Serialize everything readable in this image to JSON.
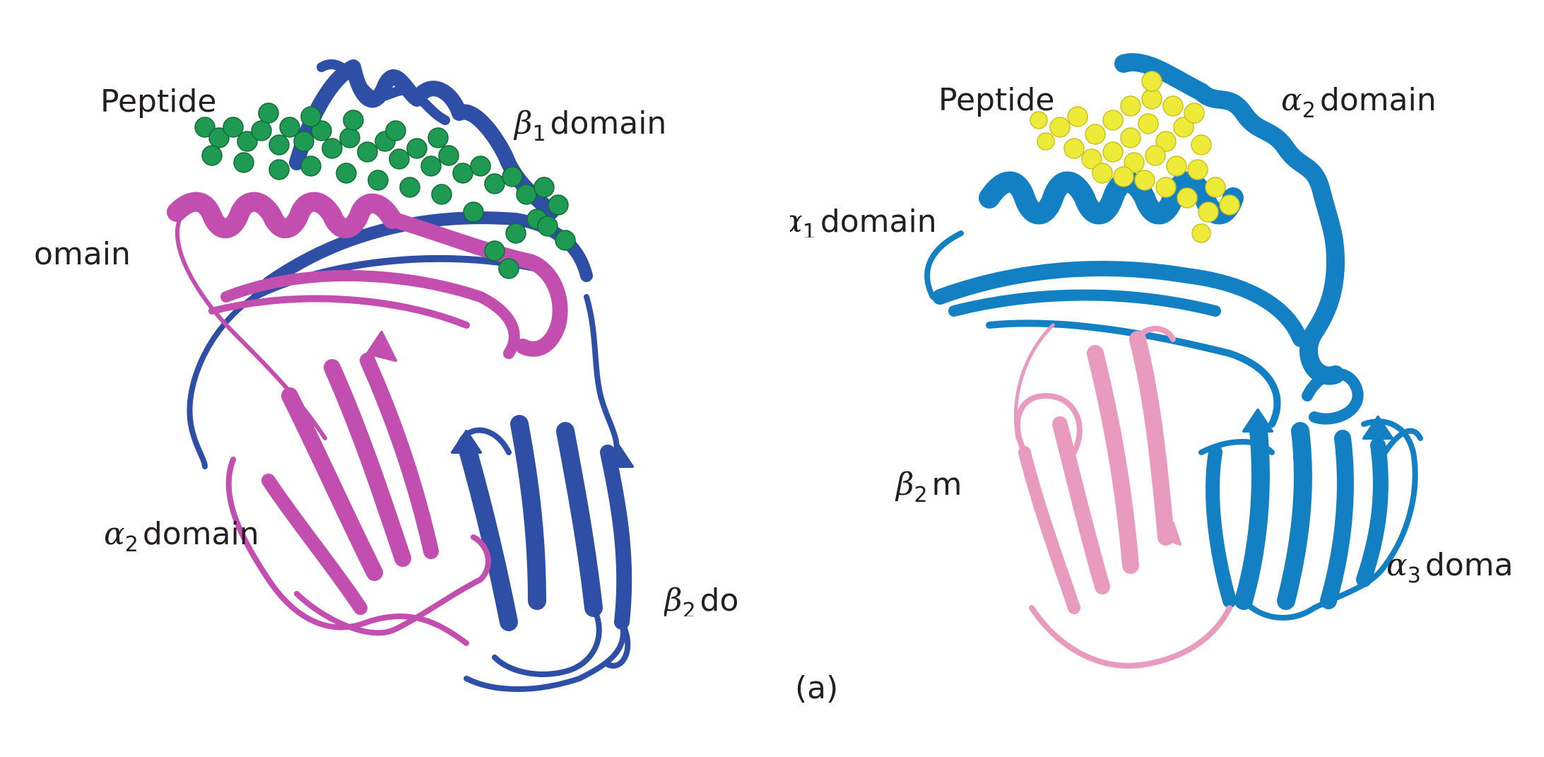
{
  "colors": {
    "left_heavy_chain": "#c24fb0",
    "left_beta_chain": "#2f4fa6",
    "left_peptide": "#1e9a52",
    "right_heavy_chain": "#1480c4",
    "right_b2m": "#e99bbf",
    "right_peptide": "#eeea3a",
    "text": "#231f20"
  },
  "left_structure": {
    "peptide_label": "Peptide",
    "beta1": {
      "symbol": "β",
      "sub": "1",
      "text": "domain"
    },
    "alpha1_partial": "omain",
    "alpha2": {
      "symbol": "α",
      "sub": "2",
      "text": "domain"
    },
    "beta2_partial": {
      "symbol": "β",
      "sub": "2",
      "text": "do"
    }
  },
  "right_structure": {
    "peptide_label": "Peptide",
    "alpha2": {
      "symbol": "α",
      "sub": "2",
      "text": "domain"
    },
    "alpha1_partial": {
      "symbol": "ɑ",
      "sub": "1",
      "text": "domain"
    },
    "b2m": {
      "symbol": "β",
      "sub": "2",
      "text": "m"
    },
    "alpha3_partial": {
      "symbol": "α",
      "sub": "3",
      "text": "doma"
    }
  },
  "panel_label": "(a)"
}
